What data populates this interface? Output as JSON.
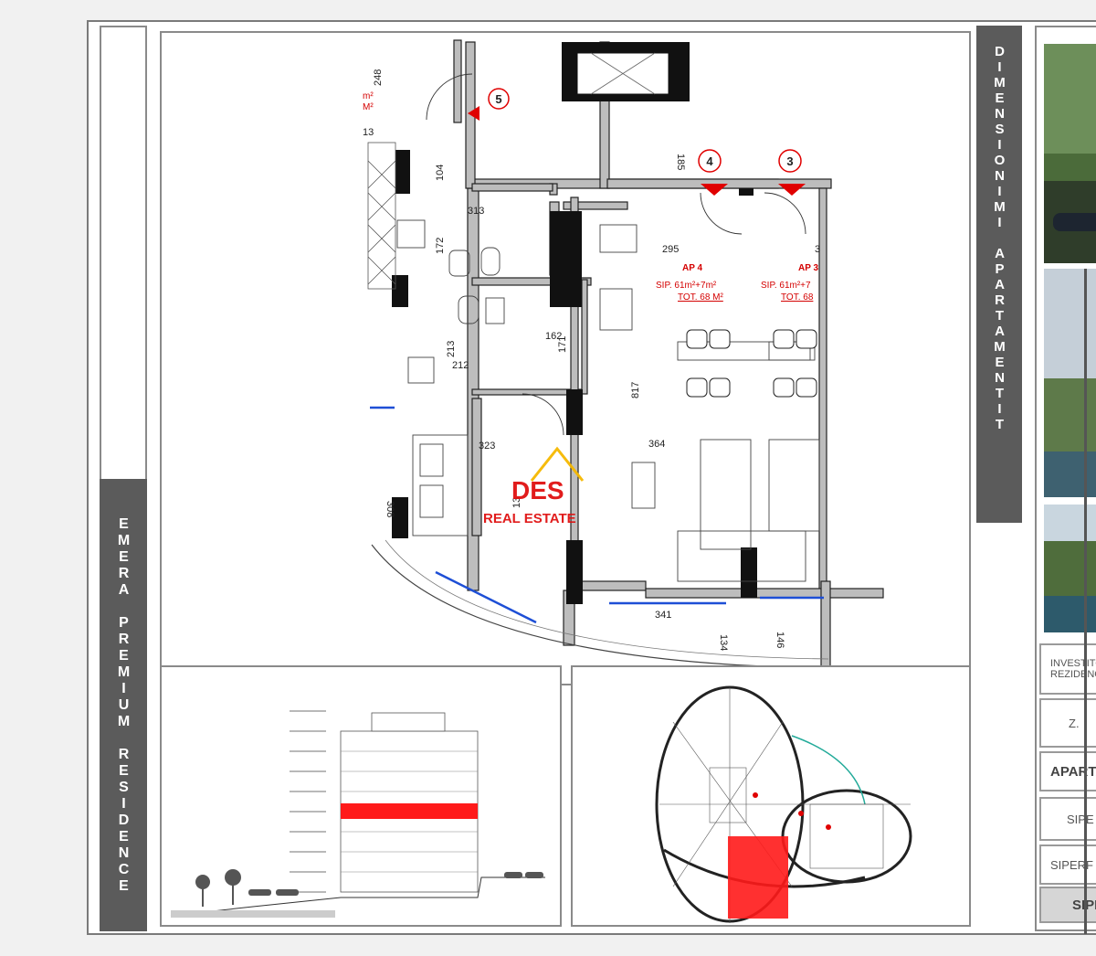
{
  "sheet": {
    "left_title": "EMERA PREMIUM RESIDENCE",
    "right_title": "DIMENSIONIMI APARTAMENTIT"
  },
  "plan": {
    "dimensions": [
      "248",
      "13",
      "104",
      "313",
      "172",
      "185",
      "295",
      "3",
      "213",
      "212",
      "162",
      "171",
      "817",
      "323",
      "364",
      "308",
      "13",
      "341",
      "134",
      "146"
    ],
    "markers": [
      "5",
      "4",
      "3"
    ],
    "apartments": [
      {
        "name": "AP 4",
        "area": "SIP. 61m²+7m²",
        "total": "TOT. 68 M²"
      },
      {
        "name": "AP 3",
        "area": "SIP. 61m²+7",
        "total": "TOT. 68"
      }
    ],
    "partial_labels": [
      "m²",
      "M²"
    ]
  },
  "watermark": {
    "brand": "DES",
    "subtitle": "REAL ESTATE"
  },
  "info_boxes": [
    {
      "line1": "INVESTITO",
      "line2": "REZIDENCA"
    },
    {
      "line1": "Z.",
      "line2": ""
    },
    {
      "line1": "APARTA",
      "line2": ""
    },
    {
      "line1": "SIPE",
      "line2": ""
    },
    {
      "line1": "SIPERF",
      "line2": ""
    },
    {
      "line1": "SIPE",
      "line2": ""
    }
  ],
  "colors": {
    "highlight": "#ff1a1a",
    "panel": "#5b5b5b",
    "marker": "#e00000",
    "window": "#1e4fd6"
  }
}
